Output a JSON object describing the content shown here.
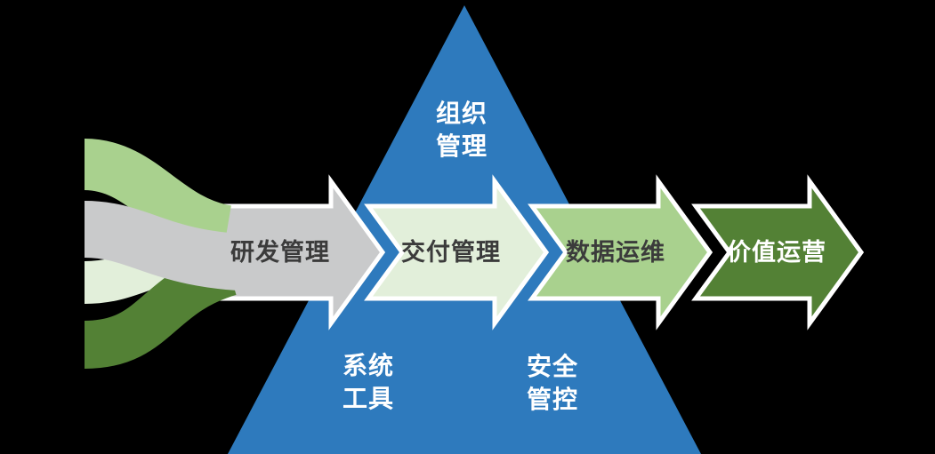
{
  "background_color": "#000000",
  "pyramid": {
    "color": "#2e7abd",
    "labels": {
      "top": "组织\n管理",
      "bottom_left": "系统\n工具",
      "bottom_right": "安全\n管控"
    }
  },
  "flow_arrows": [
    {
      "label": "研发管理",
      "color": "#c9cacb",
      "text_color": "#3b3b3b"
    },
    {
      "label": "交付管理",
      "color": "#e2efda",
      "text_color": "#3b3b3b"
    },
    {
      "label": "数据运维",
      "color": "#a9d18e",
      "text_color": "#3b3b3b"
    },
    {
      "label": "价值运营",
      "color": "#538135",
      "text_color": "#ffffff"
    }
  ],
  "ribbons": [
    {
      "name": "pale-green-stream",
      "color": "#e2efda"
    },
    {
      "name": "light-green-stream",
      "color": "#a9d18e"
    },
    {
      "name": "dark-green-stream",
      "color": "#538135"
    },
    {
      "name": "gray-stream",
      "color": "#c9cacb"
    }
  ]
}
